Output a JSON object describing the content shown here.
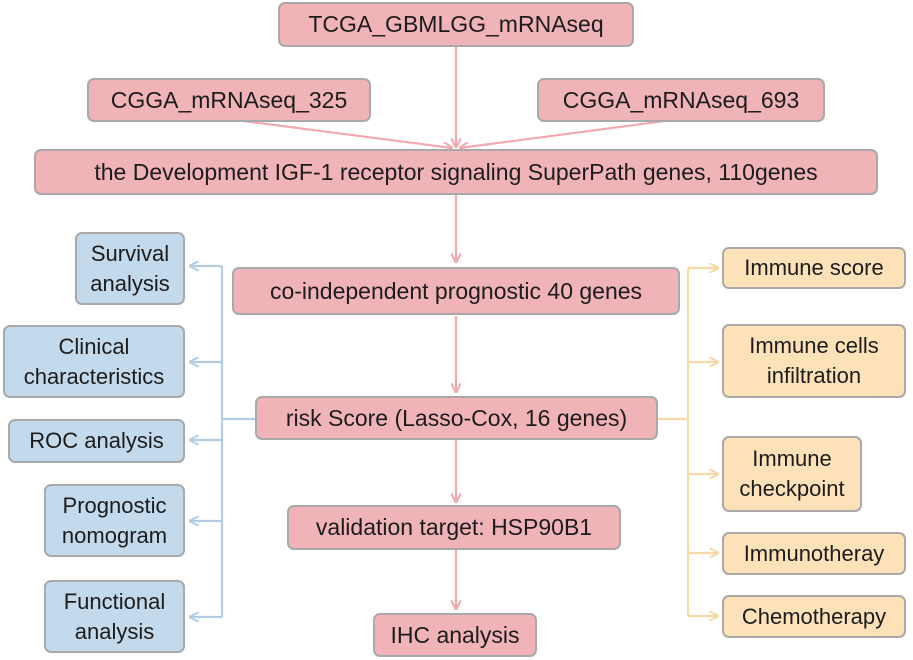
{
  "center": {
    "tcga": "TCGA_GBMLGG_mRNAseq",
    "cgga325": "CGGA_mRNAseq_325",
    "cgga693": "CGGA_mRNAseq_693",
    "superpath": "the Development IGF-1 receptor signaling SuperPath genes, 110genes",
    "prognostic": "co-independent prognostic 40 genes",
    "risk": "risk Score (Lasso-Cox, 16 genes)",
    "validation": "validation target: HSP90B1",
    "ihc": "IHC analysis"
  },
  "left": {
    "survival": [
      "Survival",
      "analysis"
    ],
    "clinical": [
      "Clinical",
      "characteristics"
    ],
    "roc": "ROC analysis",
    "nomogram": [
      "Prognostic",
      "nomogram"
    ],
    "functional": [
      "Functional",
      "analysis"
    ]
  },
  "right": {
    "immune_score": "Immune score",
    "infiltration": [
      "Immune cells",
      "infiltration"
    ],
    "checkpoint": [
      "Immune",
      "checkpoint"
    ],
    "immunotherapy": "Immunotheray",
    "chemotherapy": "Chemotherapy"
  },
  "colors": {
    "main_fill": "#f0b3b7",
    "main_arrow": "#f2a9ad",
    "left_fill": "#c3d9ec",
    "left_arrow": "#b3cde4",
    "right_fill": "#fde2b9",
    "right_arrow": "#f8d9a6",
    "border": "#a9a9a9"
  }
}
